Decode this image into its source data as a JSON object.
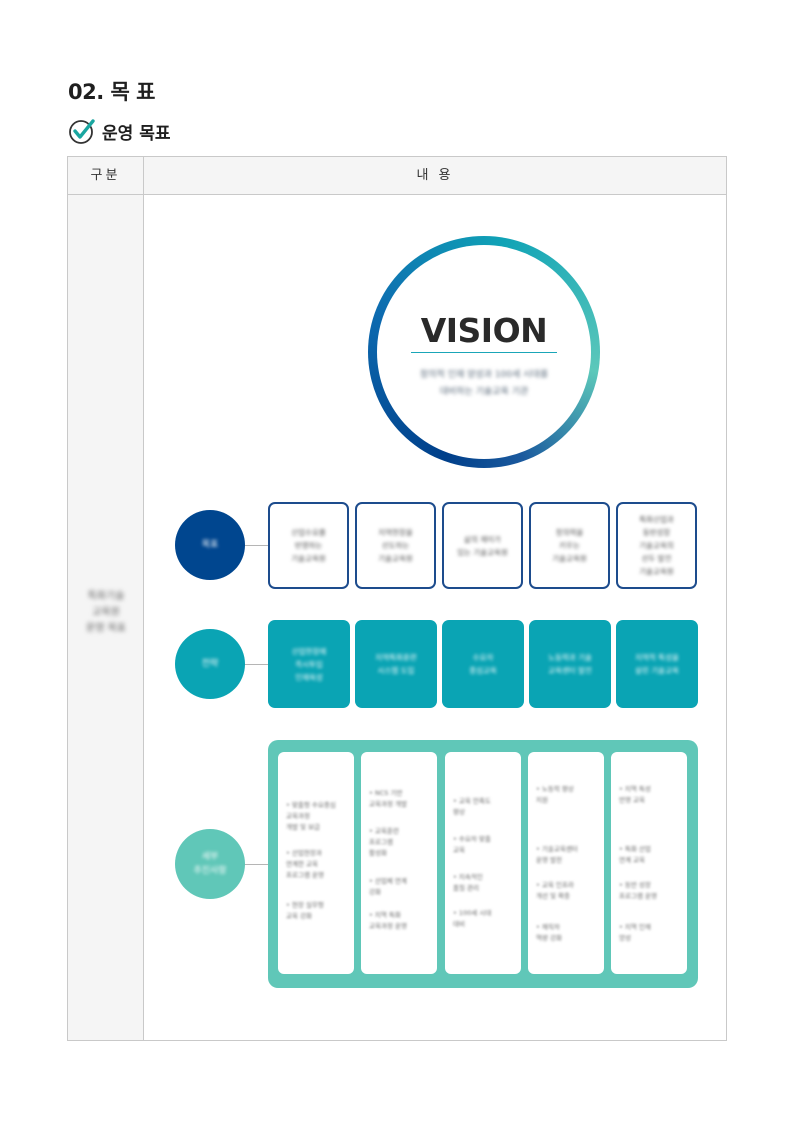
{
  "heading": {
    "section": "02. 목 표",
    "subtitle": "운영 목표"
  },
  "table": {
    "header": {
      "col1": "구분",
      "col2": "내 용"
    },
    "row_label": "특화기술\n교육원\n운영 목표"
  },
  "vision": {
    "title": "VISION",
    "text": "창의적 인재 양성과 100세 시대를\n대비하는 기술교육 기관"
  },
  "goal": {
    "label": "목표",
    "items": [
      "산업수요를\n반영하는\n기술교육원",
      "지역현장을\n선도하는\n기술교육원",
      "삶의 재미가\n있는 기술교육원",
      "창의력을\n키우는\n기술교육원",
      "특화산업과\n동반성장\n기술교육의\n선두 발전\n기술교육원"
    ]
  },
  "strategy": {
    "label": "전략",
    "items": [
      "산업현장에\n즉시투입\n인재육성",
      "지역특화훈련\n시스템 도입",
      "수요자\n중심교육",
      "노동력과 기술\n교육센터 발전",
      "지역적 특성을\n살린 기술교육"
    ]
  },
  "tasks": {
    "label": "세부\n추진사항",
    "columns": [
      [
        "• 맞춤형 수요중심\n교육과정\n개발 및 보급",
        "• 산업현장과\n연계한 교육\n프로그램 운영",
        "• 현장 실무형\n교육 강화"
      ],
      [
        "• NCS 기반\n교육과정 개발",
        "• 교육훈련\n프로그램\n활성화",
        "• 산업체 연계\n강화",
        "• 지역 특화\n교육과정 운영"
      ],
      [
        "• 교육 만족도\n향상",
        "• 수요자 맞춤\n교육",
        "• 지속적인\n품질 관리",
        "• 100세 시대\n대비"
      ],
      [
        "• 노동력 향상\n지원",
        "• 기술교육센터\n운영 발전",
        "• 교육 인프라\n개선 및 확충",
        "• 재직자\n역량 강화"
      ],
      [
        "• 지역 특성\n반영 교육",
        "• 특화 산업\n연계 교육",
        "• 동반 성장\n프로그램 운영",
        "• 지역 인재\n양성"
      ]
    ]
  },
  "colors": {
    "navy": "#00468f",
    "teal": "#0aa4b4",
    "mint": "#60c7b8",
    "check": "#1aa6a0"
  }
}
